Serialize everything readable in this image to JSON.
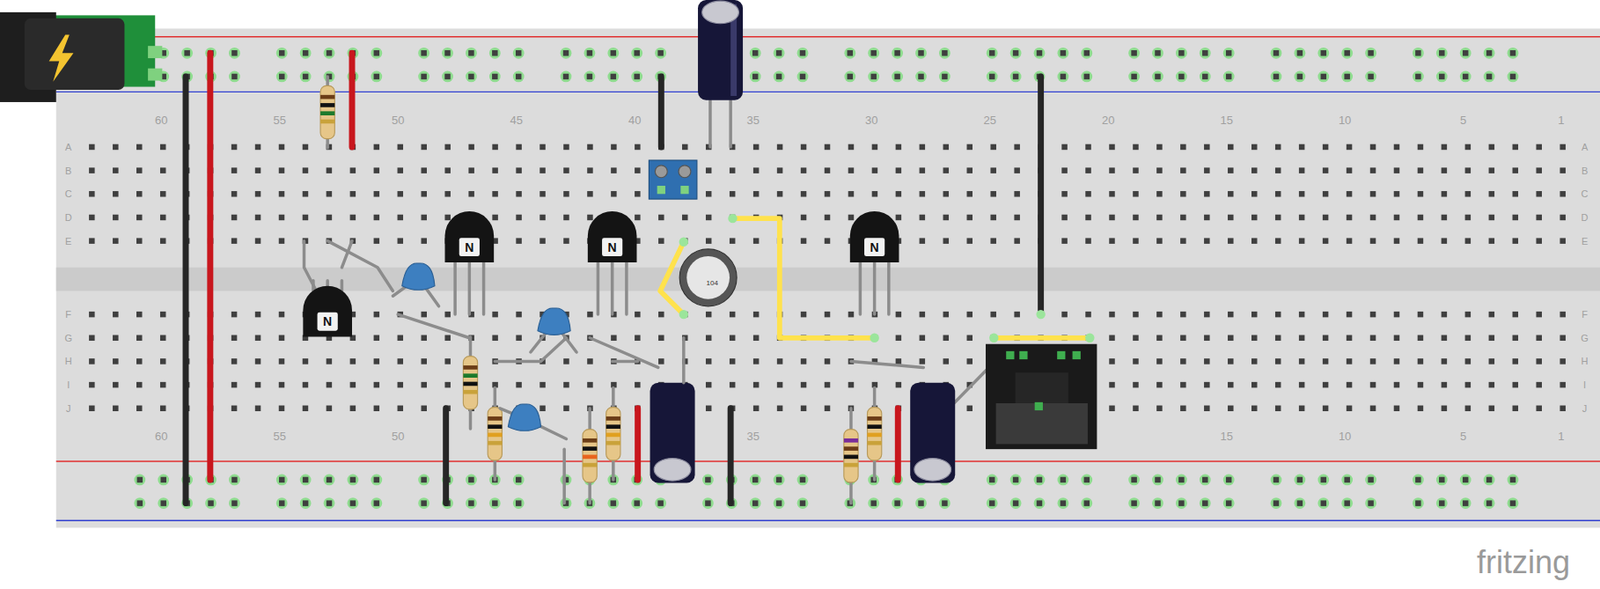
{
  "diagram": {
    "labels": [
      "60",
      "55",
      "50",
      "45",
      "40",
      "35",
      "30",
      "25",
      "20",
      "15",
      "10",
      "5",
      "1",
      "60",
      "55",
      "50",
      "35",
      "15",
      "10",
      "5",
      "1",
      "A",
      "B",
      "C",
      "D",
      "E",
      "F",
      "G",
      "H",
      "I",
      "J",
      "A",
      "B",
      "C",
      "D",
      "E",
      "F",
      "G",
      "H",
      "I",
      "J",
      "N",
      "N",
      "N",
      "N",
      "104",
      "fritzing"
    ]
  }
}
